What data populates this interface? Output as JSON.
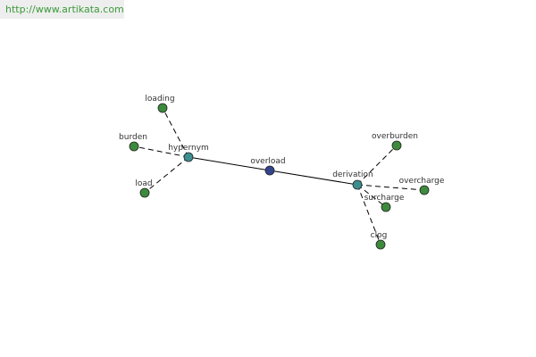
{
  "watermark": {
    "url_text": "http://www.artikata.com"
  },
  "colors": {
    "center_node": "#33448f",
    "hub_node": "#3d8f8f",
    "leaf_node": "#3d8a3d",
    "edge": "#000000",
    "url_text": "#3a9a3a"
  },
  "graph": {
    "nodes": [
      {
        "id": "overload",
        "label": "overload",
        "kind": "center"
      },
      {
        "id": "hypernym",
        "label": "hypernym",
        "kind": "hub"
      },
      {
        "id": "derivation",
        "label": "derivation",
        "kind": "hub"
      },
      {
        "id": "loading",
        "label": "loading",
        "kind": "leaf"
      },
      {
        "id": "burden",
        "label": "burden",
        "kind": "leaf"
      },
      {
        "id": "load",
        "label": "load",
        "kind": "leaf"
      },
      {
        "id": "overburden",
        "label": "overburden",
        "kind": "leaf"
      },
      {
        "id": "overcharge",
        "label": "overcharge",
        "kind": "leaf"
      },
      {
        "id": "surcharge",
        "label": "surcharge",
        "kind": "leaf"
      },
      {
        "id": "clog",
        "label": "clog",
        "kind": "leaf"
      }
    ],
    "edges": [
      {
        "from": "overload",
        "to": "hypernym",
        "style": "solid"
      },
      {
        "from": "overload",
        "to": "derivation",
        "style": "solid"
      },
      {
        "from": "hypernym",
        "to": "loading",
        "style": "dashed"
      },
      {
        "from": "hypernym",
        "to": "burden",
        "style": "dashed"
      },
      {
        "from": "hypernym",
        "to": "load",
        "style": "dashed"
      },
      {
        "from": "derivation",
        "to": "overburden",
        "style": "dashed"
      },
      {
        "from": "derivation",
        "to": "overcharge",
        "style": "dashed"
      },
      {
        "from": "derivation",
        "to": "surcharge",
        "style": "dashed"
      },
      {
        "from": "derivation",
        "to": "clog",
        "style": "dashed"
      }
    ]
  }
}
